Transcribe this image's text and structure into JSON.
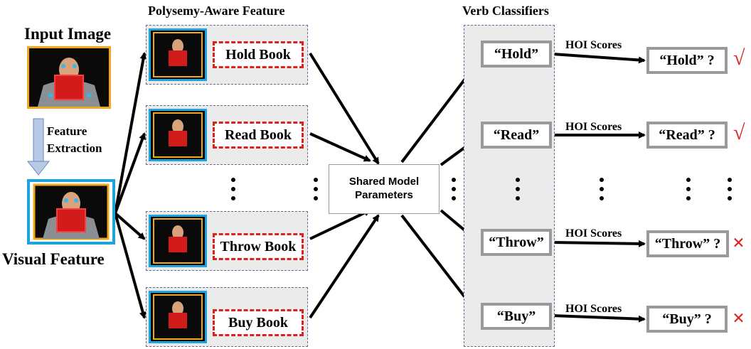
{
  "left": {
    "input_title": "Input Image",
    "extraction_line1": "Feature",
    "extraction_line2": "Extraction",
    "visual_title": "Visual Feature"
  },
  "polysemy_title": "Polysemy-Aware Feature",
  "features": [
    "Hold Book",
    "Read Book",
    "Throw Book",
    "Buy Book"
  ],
  "shared_line1": "Shared Model",
  "shared_line2": "Parameters",
  "verb_title": "Verb Classifiers",
  "verbs": [
    "“Hold”",
    "“Read”",
    "“Throw”",
    "“Buy”"
  ],
  "hoi_label": "HOI Scores",
  "queries": [
    "“Hold” ?",
    "“Read” ?",
    "“Throw” ?",
    "“Buy” ?"
  ],
  "marks": [
    "√",
    "√",
    "×",
    "×"
  ],
  "colors": {
    "accent_red": "#e0201c",
    "frame_blue": "#1fa3e0",
    "frame_orange": "#f2a81d",
    "panel_gray": "#ebebeb",
    "verb_border": "#9a9a9a"
  }
}
